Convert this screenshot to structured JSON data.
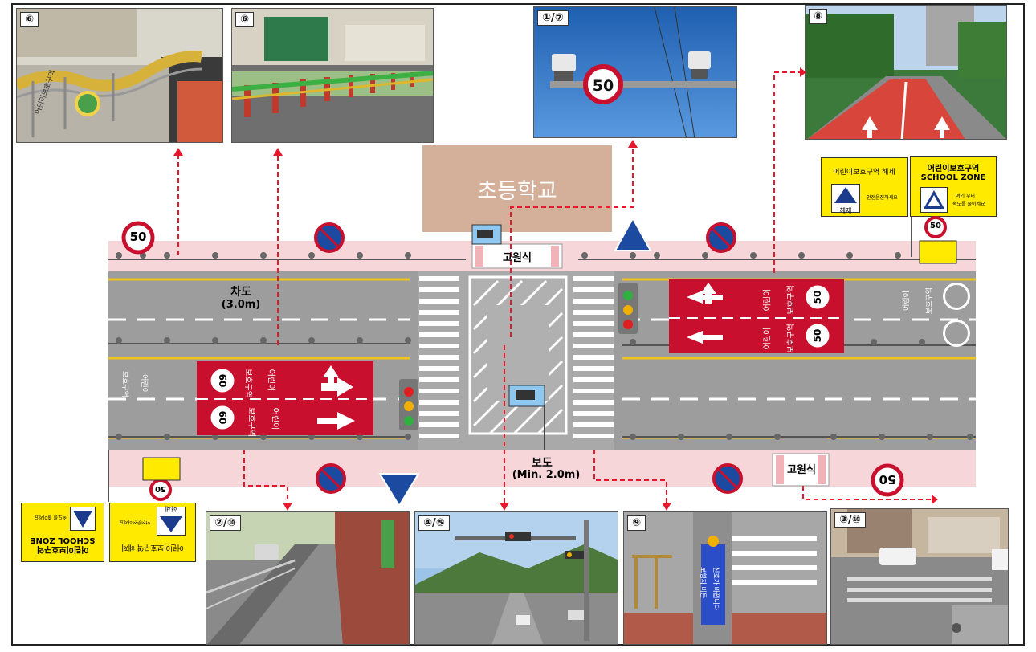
{
  "school_label": "초등학교",
  "roadway": {
    "label": "차도",
    "width": "(3.0m)"
  },
  "sidewalk": {
    "label": "보도",
    "width": "(Min. 2.0m)"
  },
  "raised_crossing_label": "고원식",
  "speed_limit": "50",
  "lane_speed": "60",
  "lane_text": {
    "children": "어린이",
    "zone": "보호구역"
  },
  "school_zone_signs": {
    "release_title": "어린이보호구역 해제",
    "release_icon": "해제",
    "release_sub": "안전운전하세요",
    "zone_title": "어린이보호구역",
    "zone_en": "SCHOOL ZONE",
    "zone_sub_1": "여기 부터",
    "zone_sub_2": "속도를 줄이세요"
  },
  "photos": [
    {
      "badge": "⑥",
      "text": "어린이보호구역"
    },
    {
      "badge": "⑥"
    },
    {
      "badge": "①/⑦",
      "speed": "50"
    },
    {
      "badge": "⑧"
    },
    {
      "badge": "②/⑩"
    },
    {
      "badge": "④/⑤"
    },
    {
      "badge": "⑨",
      "button_text_1": "보행자 버튼",
      "button_text_2": "신호가 바뀝니다"
    },
    {
      "badge": "③/⑩"
    }
  ],
  "colors": {
    "road": "#9d9d9d",
    "walk": "#f6d6d9",
    "red_zone": "#c8102e",
    "school": "#d4b09a",
    "yellow": "#ffea00",
    "arrow": "#e8182c"
  }
}
